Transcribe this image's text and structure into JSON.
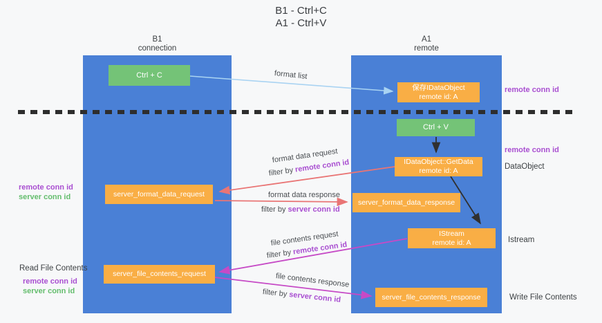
{
  "title": {
    "line1": "B1 - Ctrl+C",
    "line2": "A1 - Ctrl+V"
  },
  "columns": {
    "left": {
      "name": "B1",
      "role": "connection"
    },
    "right": {
      "name": "A1",
      "role": "remote"
    }
  },
  "boxes": {
    "ctrl_c": "Ctrl + C",
    "ctrl_v": "Ctrl + V",
    "save_dataobject": {
      "line1": "保存IDataObject",
      "line2": "remote id: A"
    },
    "getdata": {
      "line1": "IDataObject::GetData",
      "line2": "remote id: A"
    },
    "istream": {
      "line1": "IStream",
      "line2": "remote id: A"
    },
    "format_request": "server_format_data_request",
    "format_response": "server_format_data_response",
    "file_request": "server_file_contents_request",
    "file_response": "server_file_contents_response"
  },
  "arrow_labels": {
    "format_list": "format list",
    "format_data_request": "format data request",
    "format_data_response": "format data response",
    "file_contents_request": "file contents request",
    "file_contents_response": "file contents response",
    "filter_by": "filter by",
    "remote_conn_id": "remote conn id",
    "server_conn_id": "server conn id"
  },
  "side_labels": {
    "remote_conn_id": "remote conn id",
    "server_conn_id": "server conn id",
    "dataobject": "DataObject",
    "istream": "Istream",
    "read_file_contents": "Read File Contents",
    "write_file_contents": "Write File Contents"
  },
  "colors": {
    "lane_blue": "#4a80d6",
    "box_orange": "#f9ae45",
    "box_green": "#74c377",
    "arrow_light_blue": "#a9d3f2",
    "arrow_red": "#e97575",
    "arrow_magenta": "#c64ac6",
    "arrow_black": "#303030",
    "text_purple": "#a94fd1",
    "text_green": "#64bd6d"
  }
}
